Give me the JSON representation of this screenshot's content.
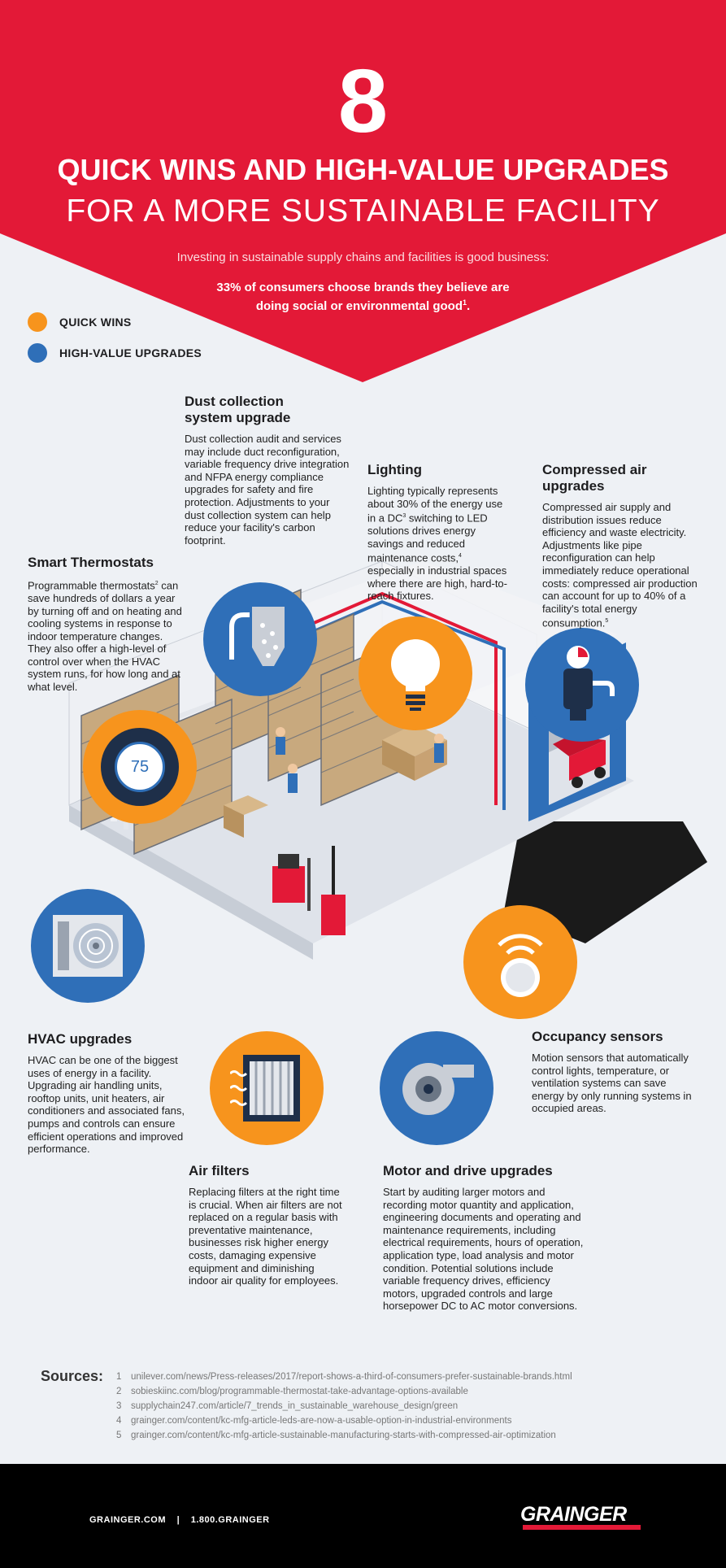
{
  "colors": {
    "red": "#e31937",
    "orange": "#f7941d",
    "blue": "#2f6fb8",
    "navy": "#1e2f49",
    "background": "#eef1f5"
  },
  "header": {
    "number": "8",
    "title_line1": "QUICK WINS AND HIGH-VALUE UPGRADES",
    "title_line2": "FOR A MORE SUSTAINABLE FACILITY",
    "intro": "Investing in sustainable supply chains and facilities is good business:",
    "stat_line1": "33% of consumers choose brands they believe are",
    "stat_line2": "doing social or environmental good",
    "stat_sup": "1",
    "stat_end": "."
  },
  "legend": {
    "quick_wins": "QUICK WINS",
    "high_value": "HIGH-VALUE UPGRADES"
  },
  "sections": {
    "dust": {
      "title_line1": "Dust collection",
      "title_line2": "system upgrade",
      "body": "Dust collection audit and services may include duct reconfiguration, variable frequency drive integration and NFPA energy compliance upgrades for safety and fire protection. Adjustments to your dust collection system can help reduce your facility's carbon footprint."
    },
    "lighting": {
      "title": "Lighting",
      "body1": "Lighting typically represents about 30% of the energy use in a DC",
      "sup1": "3",
      "body2": " switching to LED solutions drives energy savings and reduced maintenance costs,",
      "sup2": "4",
      "body3": " especially in industrial spaces where there are high, hard-to-reach fixtures."
    },
    "compressed": {
      "title": "Compressed air upgrades",
      "body": "Compressed air supply and distribution issues reduce efficiency and waste electricity. Adjustments like pipe reconfiguration can help immediately reduce operational costs: compressed air production can account for up to 40% of a facility's total energy consumption.",
      "sup": "5"
    },
    "thermostat": {
      "title": "Smart Thermostats",
      "body1": "Programmable thermostats",
      "sup": "2",
      "body2": " can save hundreds of dollars a year by turning off and on heating and cooling systems in response to indoor temperature changes. They also offer a high-level of control over when the HVAC system runs, for how long and at what level.",
      "display": "75"
    },
    "hvac": {
      "title": "HVAC upgrades",
      "body": "HVAC can be one of the biggest uses of energy in a facility. Upgrading air handling units, rooftop units, unit heaters, air conditioners and associated fans, pumps and controls can ensure efficient operations and improved performance."
    },
    "air_filters": {
      "title": "Air filters",
      "body": "Replacing filters at the right time is crucial. When air filters are not replaced on a regular basis with preventative maintenance, businesses risk higher energy costs, damaging expensive equipment and diminishing indoor air quality for employees."
    },
    "motor": {
      "title": "Motor and drive upgrades",
      "body": "Start by auditing larger motors and recording motor quantity and application, engineering documents and operating and maintenance requirements, including electrical requirements, hours of operation, application type, load analysis and motor condition. Potential solutions include variable frequency drives, efficiency motors, upgraded controls and large horsepower DC to AC motor conversions."
    },
    "occupancy": {
      "title": "Occupancy sensors",
      "body": "Motion sensors that automatically control lights, temperature, or ventilation systems can save energy by only running systems in occupied areas."
    }
  },
  "icons": {
    "dust": "dust-collector-icon",
    "lighting": "lightbulb-icon",
    "compressed": "compressed-air-filter-icon",
    "thermostat": "thermostat-icon",
    "hvac": "hvac-fan-unit-icon",
    "air_filters": "air-filter-icon",
    "motor": "motor-icon",
    "occupancy": "occupancy-sensor-icon"
  },
  "sources": {
    "label": "Sources:",
    "items": [
      {
        "num": "1",
        "text": "unilever.com/news/Press-releases/2017/report-shows-a-third-of-consumers-prefer-sustainable-brands.html"
      },
      {
        "num": "2",
        "text": "sobieskiinc.com/blog/programmable-thermostat-take-advantage-options-available"
      },
      {
        "num": "3",
        "text": "supplychain247.com/article/7_trends_in_sustainable_warehouse_design/green"
      },
      {
        "num": "4",
        "text": "grainger.com/content/kc-mfg-article-leds-are-now-a-usable-option-in-industrial-environments"
      },
      {
        "num": "5",
        "text": "grainger.com/content/kc-mfg-article-sustainable-manufacturing-starts-with-compressed-air-optimization"
      }
    ]
  },
  "footer": {
    "site": "GRAINGER.COM",
    "divider": "|",
    "phone": "1.800.GRAINGER",
    "logo": "GRAINGER"
  }
}
